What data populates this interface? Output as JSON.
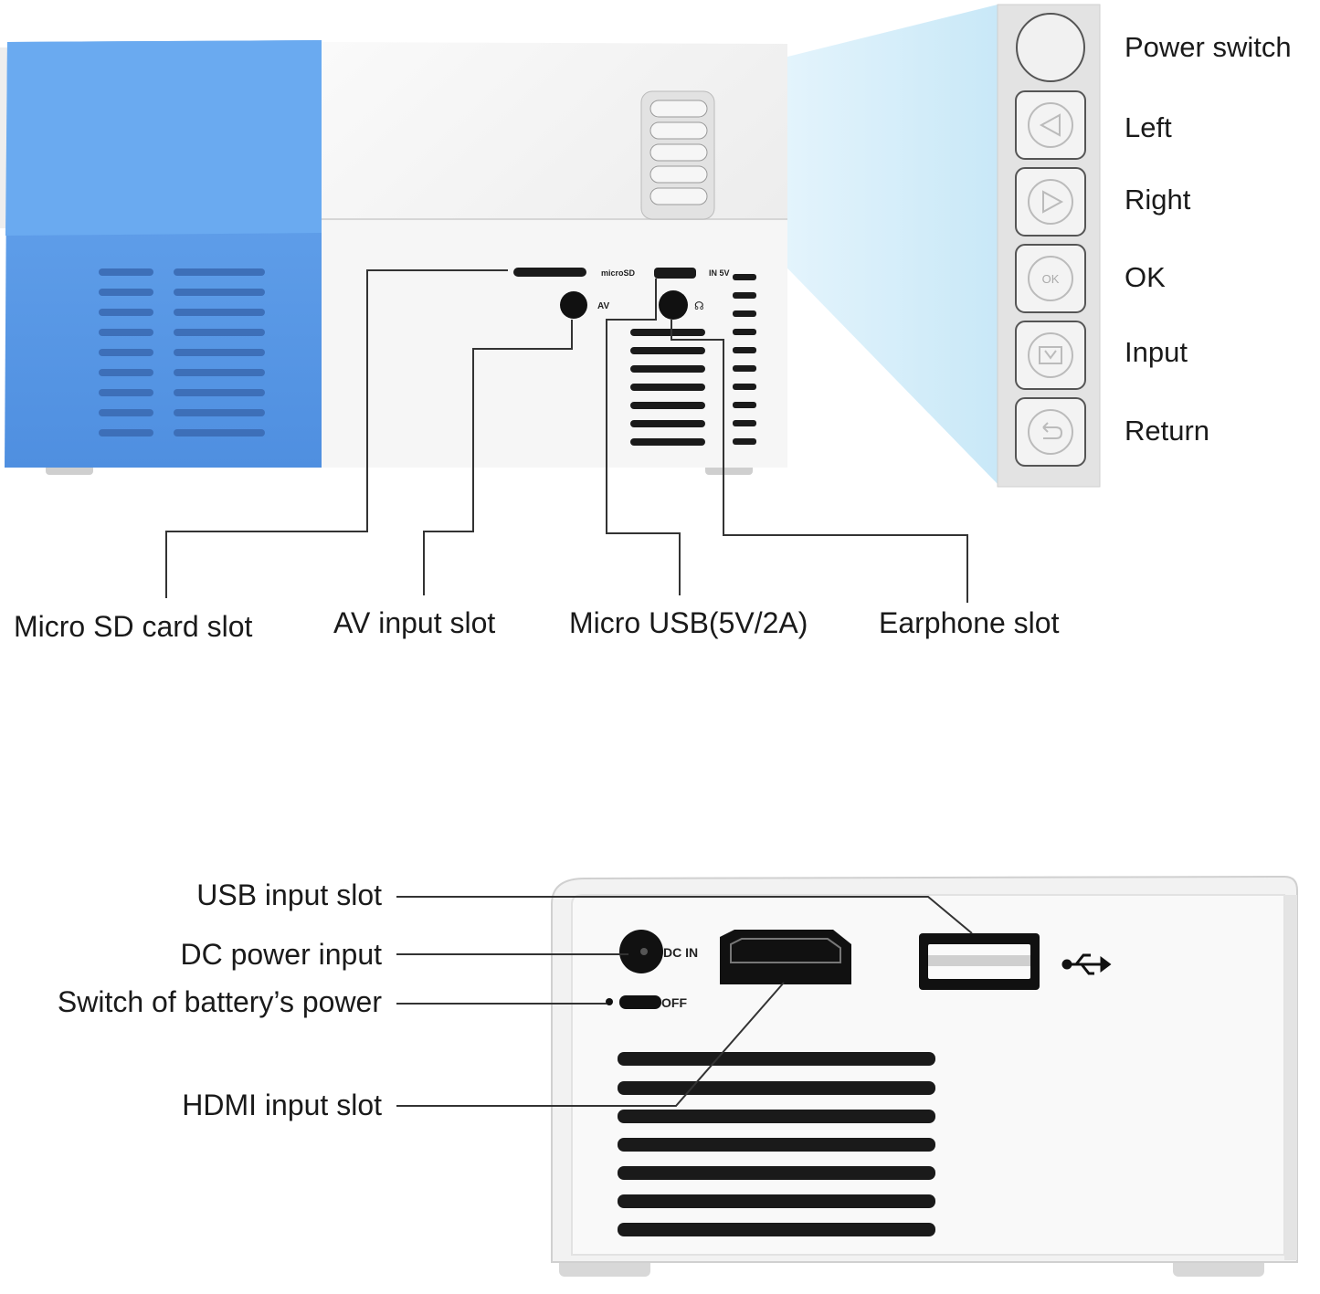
{
  "top_panel": {
    "device_labels": {
      "micro_sd": "microSD",
      "in_5v": "IN 5V",
      "av": "AV"
    },
    "button_labels": [
      {
        "key": "power",
        "label": "Power switch",
        "icon": "power-button"
      },
      {
        "key": "left",
        "label": "Left",
        "icon": "left-triangle-icon"
      },
      {
        "key": "right",
        "label": "Right",
        "icon": "right-triangle-icon"
      },
      {
        "key": "ok",
        "label": "OK",
        "icon": "ok-text-icon"
      },
      {
        "key": "input",
        "label": "Input",
        "icon": "input-icon"
      },
      {
        "key": "return",
        "label": "Return",
        "icon": "return-arrow-icon"
      }
    ],
    "button_ok_text": "OK",
    "port_labels": {
      "micro_sd": "Micro SD card slot",
      "av_input": "AV input slot",
      "micro_usb": "Micro USB(5V/2A)",
      "earphone": "Earphone slot"
    }
  },
  "bottom_panel": {
    "device_labels": {
      "dc_in": "DC IN",
      "off": "OFF"
    },
    "port_labels": {
      "usb_input": "USB input slot",
      "dc_power": "DC power input",
      "battery_switch": "Switch of battery’s power",
      "hdmi_input": "HDMI input slot"
    },
    "usb_symbol": "usb-trident-icon"
  },
  "colors": {
    "body_blue": "#5b9be8",
    "body_white": "#f2f2f2",
    "beam": "#bfe3f7",
    "line": "#333333"
  }
}
